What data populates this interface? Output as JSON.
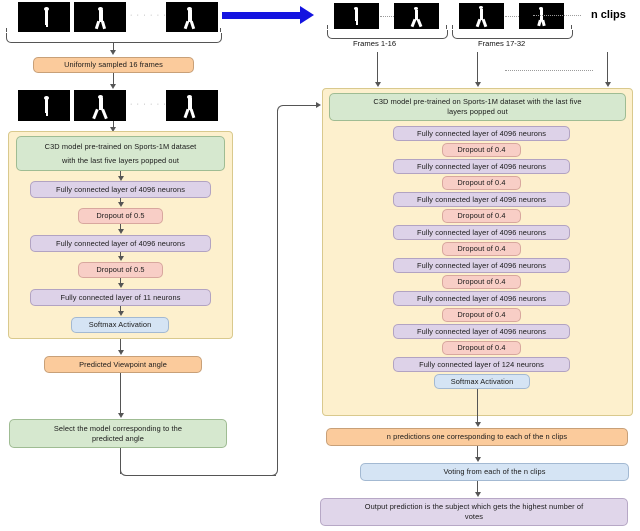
{
  "diagram": {
    "title": "Two-stage C3D viewpoint-conditioned gait recognition pipeline",
    "colors": {
      "orange": "#fbcb9c",
      "green": "#d6e8cf",
      "purple": "#ddd2e8",
      "pink": "#f8cec6",
      "blue": "#d5e4f4",
      "lilac": "#e0d6ea",
      "panel": "#fdf0cd",
      "arrow_blue": "#1414e0",
      "line": "#555555"
    }
  },
  "left_branch": {
    "input_frames_label": "input-video-frames",
    "sampling_box": "Uniformly sampled 16 frames",
    "sampled_frames_label": "sampled-16-frames",
    "c3d_header": "C3D model pre-trained on Sports-1M dataset with the last five layers popped out",
    "c3d_header_line1": "C3D model pre-trained on Sports-1M dataset",
    "c3d_header_line2": "with the last five layers popped out",
    "layers": [
      {
        "type": "fc",
        "label": "Fully connected layer of 4096 neurons"
      },
      {
        "type": "dropout",
        "label": "Dropout of 0.5"
      },
      {
        "type": "fc",
        "label": "Fully connected layer of 4096 neurons"
      },
      {
        "type": "dropout",
        "label": "Dropout of 0.5"
      },
      {
        "type": "fc",
        "label": "Fully connected layer of 11 neurons"
      },
      {
        "type": "softmax",
        "label": "Softmax Activation"
      }
    ],
    "predicted": "Predicted Viewpoint angle",
    "select_model_line1": "Select the model corresponding to the",
    "select_model_line2": "predicted angle",
    "select_model": "Select the model corresponding to the predicted angle"
  },
  "right_branch": {
    "clips": [
      {
        "label": "Frames 1-16"
      },
      {
        "label": "Frames 17-32"
      }
    ],
    "n_clips_label": "n clips",
    "ellipsis": "··········",
    "c3d_header": "C3D model pre-trained on Sports-1M dataset with the last five layers popped out",
    "c3d_header_line1": "C3D model pre-trained on Sports-1M dataset with the last five",
    "c3d_header_line2": "layers popped out",
    "layers": [
      {
        "type": "fc",
        "label": "Fully connected layer of 4096 neurons"
      },
      {
        "type": "dropout",
        "label": "Dropout of 0.4"
      },
      {
        "type": "fc",
        "label": "Fully connected layer of 4096 neurons"
      },
      {
        "type": "dropout",
        "label": "Dropout of 0.4"
      },
      {
        "type": "fc",
        "label": "Fully connected layer of 4096 neurons"
      },
      {
        "type": "dropout",
        "label": "Dropout of 0.4"
      },
      {
        "type": "fc",
        "label": "Fully connected layer of 4096 neurons"
      },
      {
        "type": "dropout",
        "label": "Dropout of 0.4"
      },
      {
        "type": "fc",
        "label": "Fully connected layer of 4096 neurons"
      },
      {
        "type": "dropout",
        "label": "Dropout of 0.4"
      },
      {
        "type": "fc",
        "label": "Fully connected layer of 4096 neurons"
      },
      {
        "type": "dropout",
        "label": "Dropout of 0.4"
      },
      {
        "type": "fc",
        "label": "Fully connected layer of 4096 neurons"
      },
      {
        "type": "dropout",
        "label": "Dropout of 0.4"
      },
      {
        "type": "fc",
        "label": "Fully connected layer of 124 neurons"
      },
      {
        "type": "softmax",
        "label": "Softmax Activation"
      }
    ],
    "predictions": "n predictions one corresponding to each of the n clips",
    "voting": "Voting from each of the n clips",
    "output_line1": "Output prediction is the subject which gets the highest number of",
    "output_line2": "votes",
    "output": "Output prediction is the subject which gets the highest number of votes"
  }
}
